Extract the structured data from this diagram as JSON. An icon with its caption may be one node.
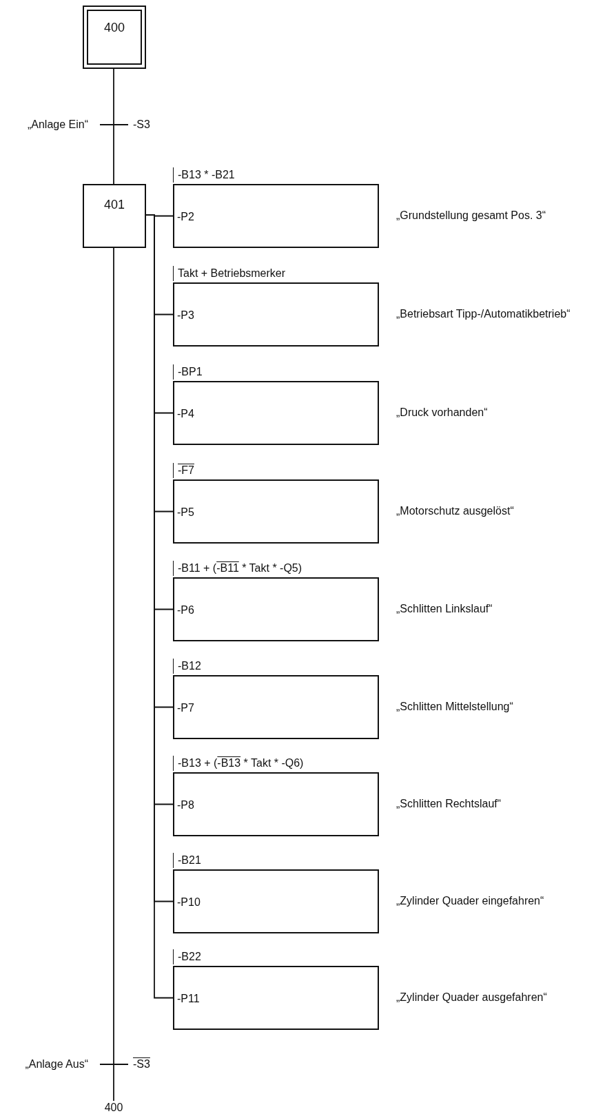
{
  "diagram": {
    "nodes": [
      {
        "text": [
          "400"
        ]
      },
      {
        "text": [
          "401"
        ]
      },
      {
        "text": [
          "-B13 * -B21",
          "-P2"
        ],
        "beside": [
          "„Grundstellung gesamt Pos. 3“"
        ]
      },
      {
        "text": [
          "Takt + Betriebsmerker",
          "-P3"
        ],
        "beside": [
          "„Betriebsart Tipp-/Automatikbetrieb“"
        ]
      },
      {
        "text": [
          "-BP1",
          "-P4"
        ],
        "beside": [
          "„Druck vorhanden“"
        ]
      },
      {
        "text": [
          "-F7",
          "-P5"
        ],
        "beside": [
          "„Motorschutz ausgelöst“"
        ]
      },
      {
        "text": [
          "-B11 + (-B11 * Takt * -Q5)",
          "-P6"
        ],
        "beside": [
          "„Schlitten Linkslauf“"
        ]
      },
      {
        "text": [
          "-B12",
          "-P7"
        ],
        "beside": [
          "„Schlitten Mittelstellung“"
        ]
      },
      {
        "text": [
          "-B13 + (-B13 * Takt * -Q6)",
          "-P8"
        ],
        "beside": [
          "„Schlitten Rechtslauf“"
        ]
      },
      {
        "text": [
          "-B21",
          "-P10"
        ],
        "beside": [
          "„Zylinder Quader eingefahren“"
        ]
      },
      {
        "text": [
          "-B22",
          "-P11"
        ],
        "beside": [
          "„Zylinder Quader ausgefahren“"
        ]
      },
      {
        "text": [
          "400"
        ]
      }
    ],
    "edges": [
      {
        "from": 0,
        "to": 1,
        "arrow": "none"
      },
      {
        "from": 1,
        "to": 2,
        "arrow": "none"
      },
      {
        "from": 1,
        "to": 3,
        "arrow": "none"
      },
      {
        "from": 1,
        "to": 4,
        "arrow": "none"
      },
      {
        "from": 1,
        "to": 5,
        "arrow": "none"
      },
      {
        "from": 1,
        "to": 6,
        "arrow": "none"
      },
      {
        "from": 1,
        "to": 7,
        "arrow": "none"
      },
      {
        "from": 1,
        "to": 8,
        "arrow": "none"
      },
      {
        "from": 1,
        "to": 9,
        "arrow": "none"
      },
      {
        "from": 1,
        "to": 10,
        "arrow": "none"
      },
      {
        "from": 1,
        "to": 11,
        "arrow": "none"
      }
    ],
    "labels": [
      "„Anlage Ein“",
      "-S3",
      "„Anlage Aus“",
      "-S3"
    ]
  }
}
